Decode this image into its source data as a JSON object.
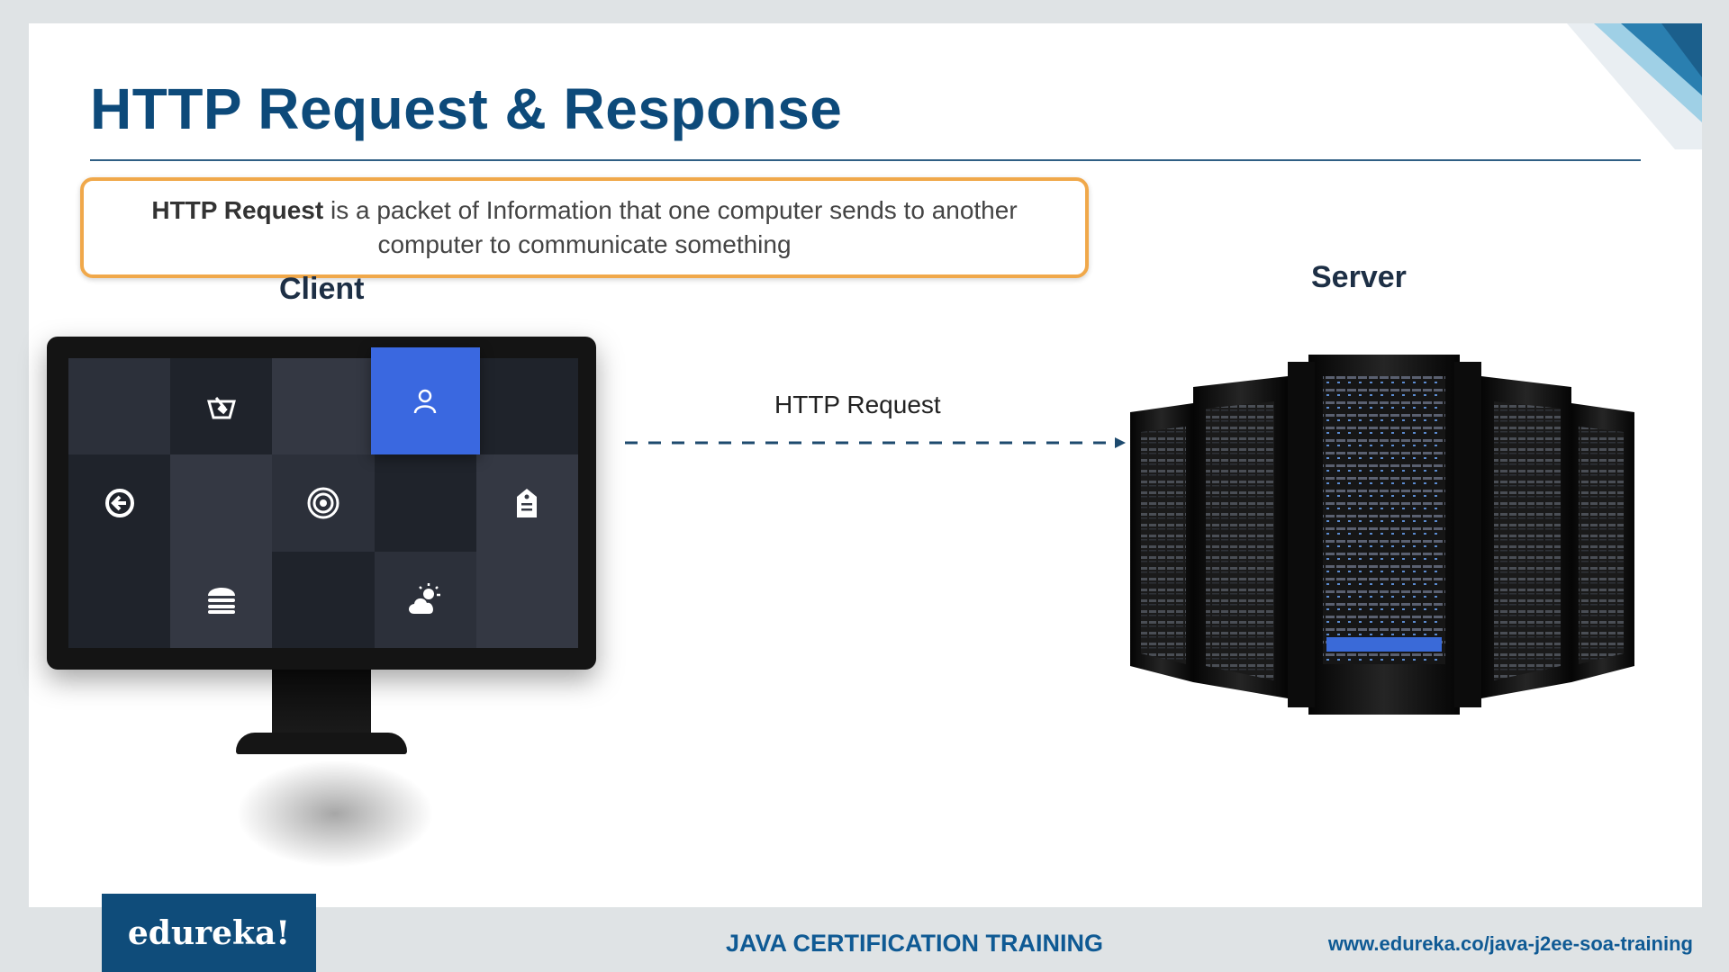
{
  "slide": {
    "title": "HTTP Request & Response",
    "definition_term": "HTTP Request",
    "definition_text": " is a packet of Information that one computer sends to another computer to communicate something"
  },
  "diagram": {
    "client_label": "Client",
    "server_label": "Server",
    "arrow_label": "HTTP Request",
    "colors": {
      "accent": "#3a68e0",
      "title": "#0d4a7a",
      "box_border": "#f0a84a",
      "arrow": "#1d4a6e"
    },
    "client_tiles": [
      {
        "icon": "",
        "shade": 0
      },
      {
        "icon": "basket-icon",
        "shade": 1
      },
      {
        "icon": "",
        "shade": 2
      },
      {
        "icon": "user-icon",
        "shade": 3
      },
      {
        "icon": "",
        "shade": 1
      },
      {
        "icon": "refresh-icon",
        "shade": 1
      },
      {
        "icon": "",
        "shade": 2
      },
      {
        "icon": "target-icon",
        "shade": 0
      },
      {
        "icon": "",
        "shade": 1
      },
      {
        "icon": "tag-icon",
        "shade": 2
      },
      {
        "icon": "",
        "shade": 1
      },
      {
        "icon": "burger-icon",
        "shade": 2
      },
      {
        "icon": "",
        "shade": 1
      },
      {
        "icon": "weather-icon",
        "shade": 0
      },
      {
        "icon": "",
        "shade": 2
      }
    ]
  },
  "footer": {
    "logo": "edureka!",
    "course": "JAVA CERTIFICATION TRAINING",
    "url": "www.edureka.co/java-j2ee-soa-training"
  }
}
